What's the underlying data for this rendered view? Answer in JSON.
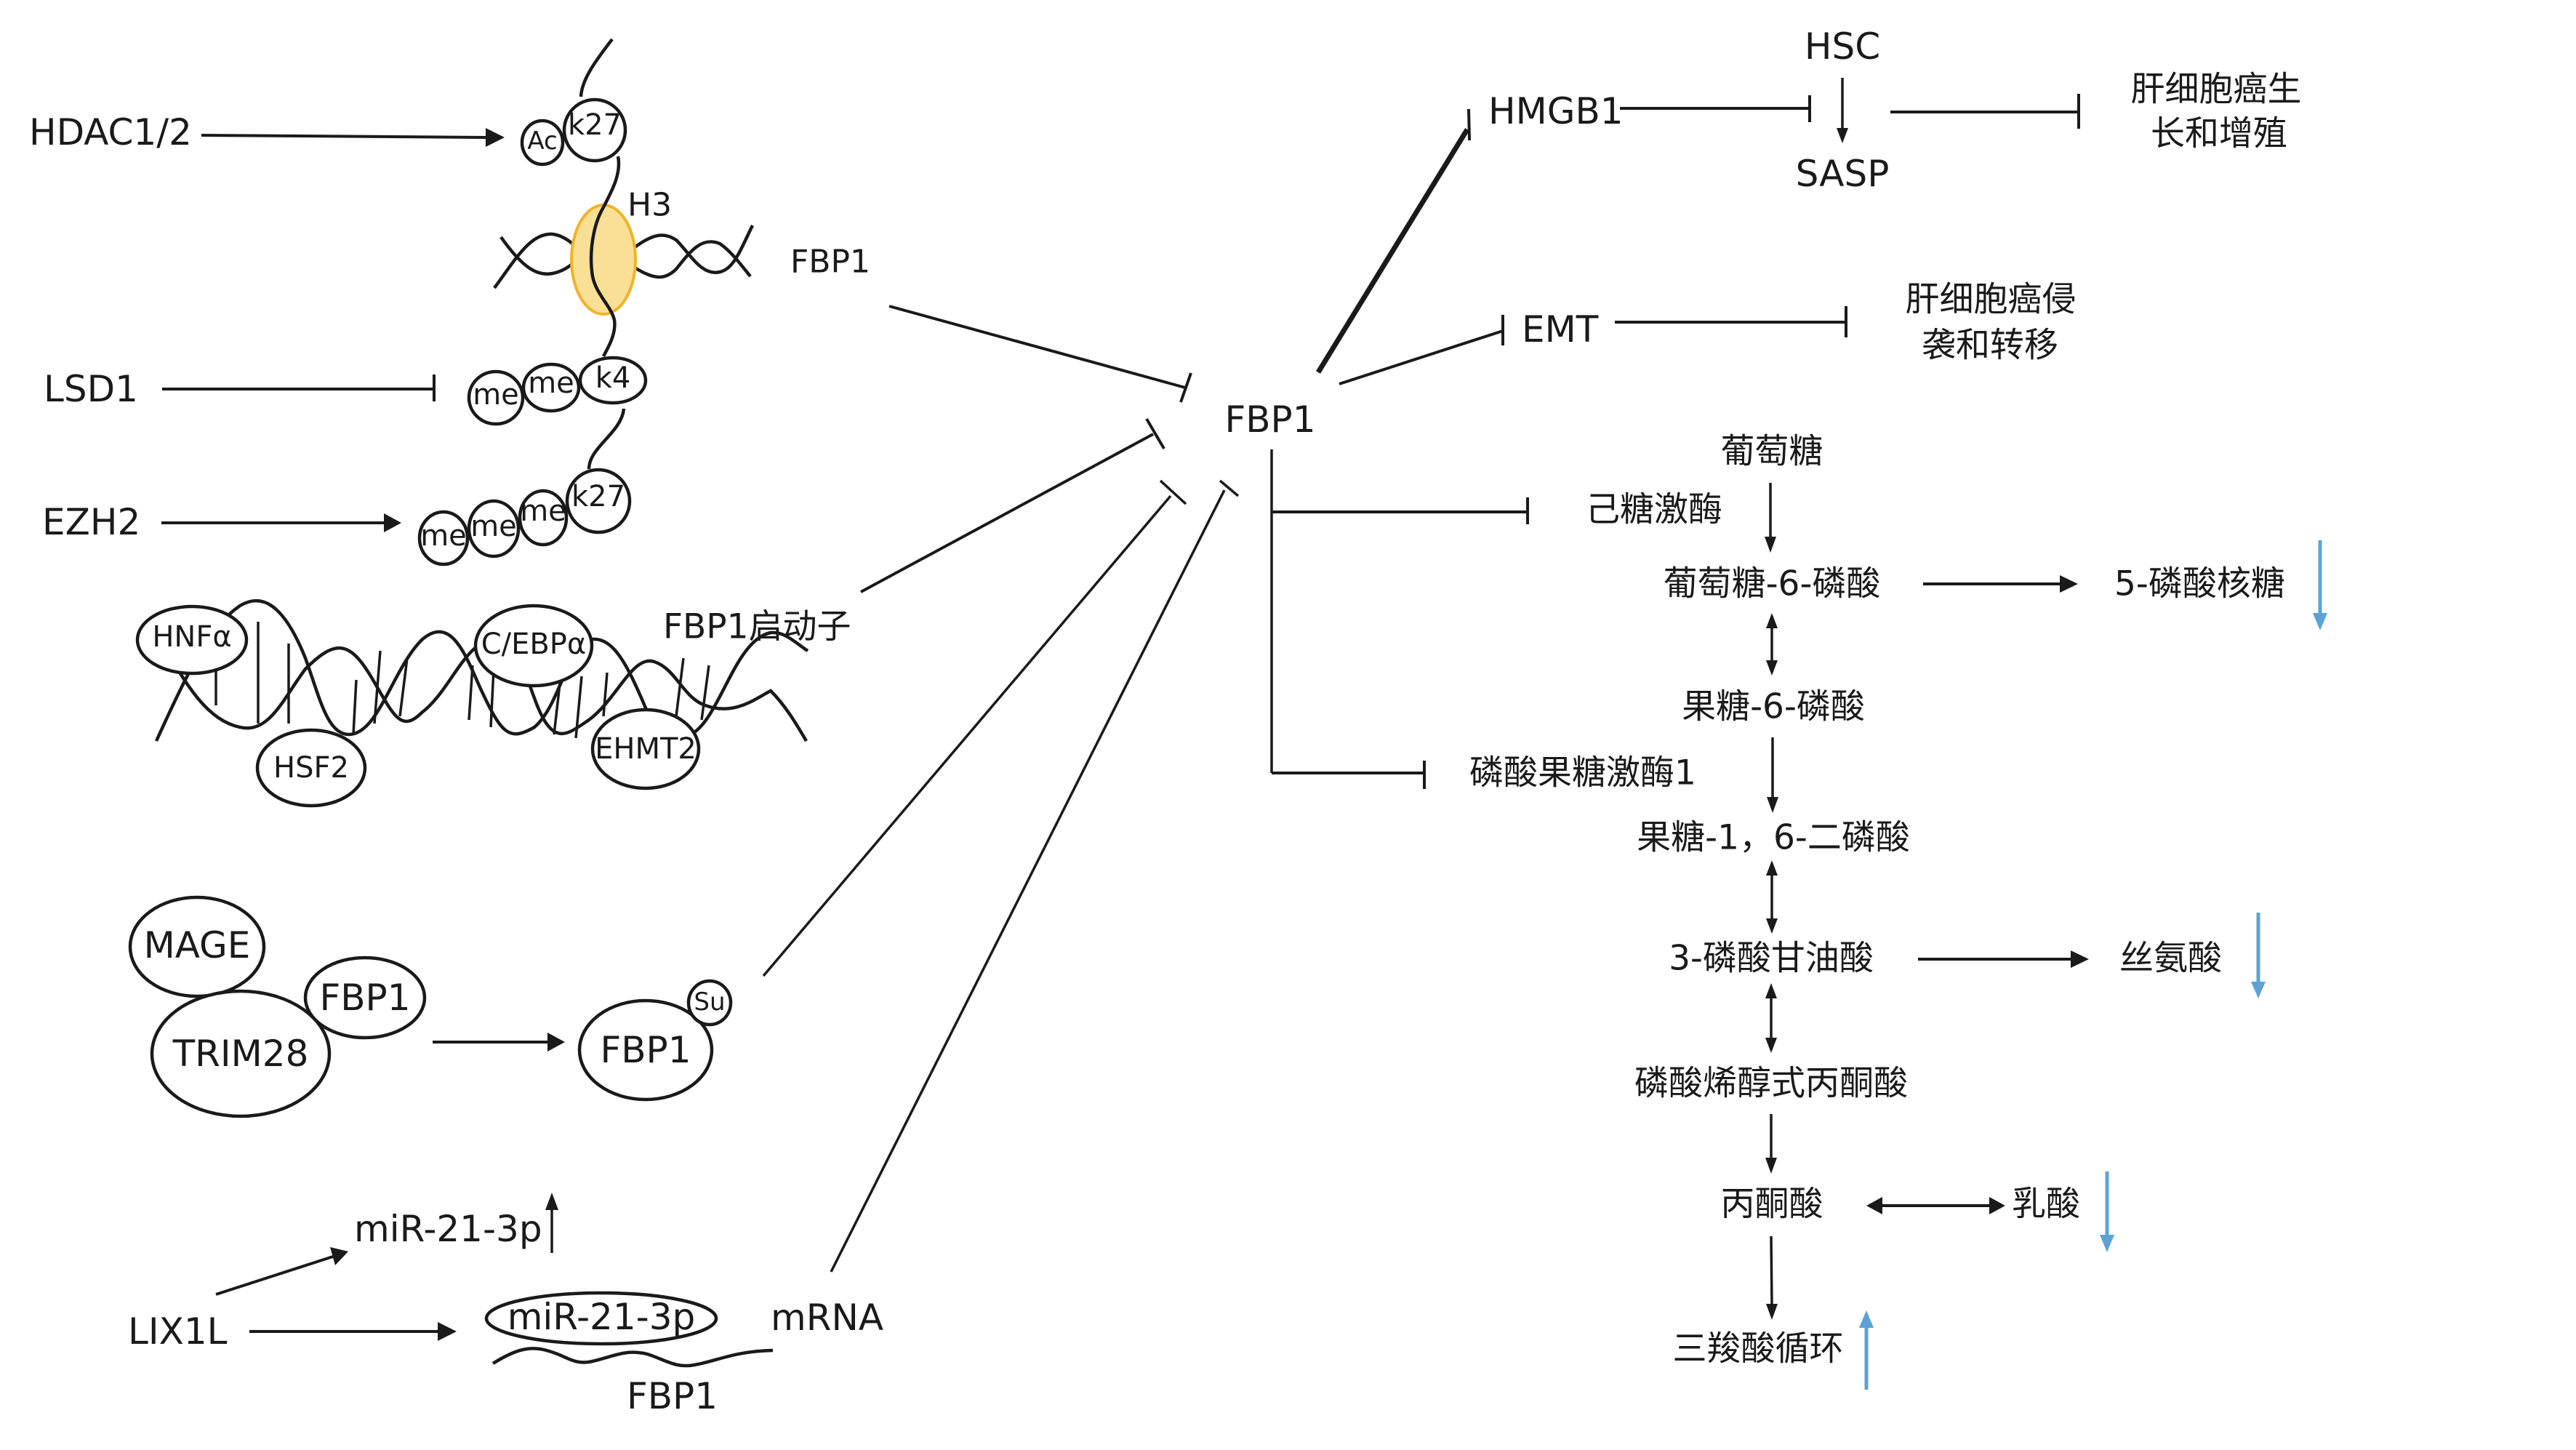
{
  "colors": {
    "line": "#1a1a1a",
    "histone_fill": "#F9E096",
    "histone_stroke": "#F0B429",
    "change_arrow": "#5BA3D6"
  },
  "upstream": {
    "hdac": "HDAC1/2",
    "lsd1": "LSD1",
    "ezh2": "EZH2",
    "histone_label": "H3",
    "fbp1_gene": "FBP1",
    "marks_top": {
      "ac": "Ac",
      "k27": "k27"
    },
    "marks_k4": {
      "me1": "me",
      "me2": "me",
      "k4": "k4"
    },
    "marks_k27": {
      "me1": "me",
      "me2": "me",
      "me3": "me",
      "k27": "k27"
    },
    "promoter": {
      "label": "FBP1启动子",
      "factors": [
        "HNFα",
        "HSF2",
        "C/EBPα",
        "EHMT2"
      ]
    },
    "sumo": {
      "mage": "MAGE",
      "trim28": "TRIM28",
      "fbp1_bound": "FBP1",
      "fbp1_modified": "FBP1",
      "su": "Su"
    },
    "mirna": {
      "lix1l": "LIX1L",
      "mir_up": "miR-21-3p",
      "mir_bound": "miR-21-3p",
      "mrna": "mRNA",
      "fbp1_transcript": "FBP1"
    }
  },
  "hub": {
    "label": "FBP1"
  },
  "downstream": {
    "hmgb1": "HMGB1",
    "hsc": "HSC",
    "sasp": "SASP",
    "growth_line1": "肝细胞癌生",
    "growth_line2": "长和增殖",
    "emt": "EMT",
    "invasion_line1": "肝细胞癌侵",
    "invasion_line2": "袭和转移"
  },
  "glycolysis": {
    "glucose": "葡萄糖",
    "hexokinase": "己糖激酶",
    "g6p": "葡萄糖-6-磷酸",
    "r5p": "5-磷酸核糖",
    "f6p": "果糖-6-磷酸",
    "pfk1": "磷酸果糖激酶1",
    "f16bp": "果糖-1，6-二磷酸",
    "pg3": "3-磷酸甘油酸",
    "serine": "丝氨酸",
    "pep": "磷酸烯醇式丙酮酸",
    "pyruvate": "丙酮酸",
    "lactate": "乳酸",
    "tca": "三羧酸循环",
    "level_changes": {
      "r5p": "down",
      "serine": "down",
      "lactate": "down",
      "tca": "up"
    }
  }
}
